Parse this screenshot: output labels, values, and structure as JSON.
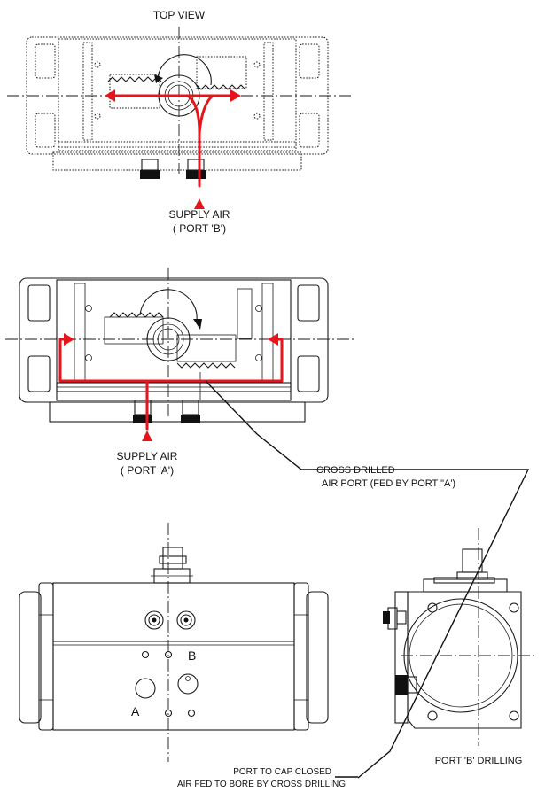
{
  "labels": {
    "top_view": "TOP VIEW",
    "supply_air_b_line1": "SUPPLY AIR",
    "supply_air_b_line2": "( PORT 'B')",
    "supply_air_a_line1": "SUPPLY AIR",
    "supply_air_a_line2": "( PORT 'A')",
    "cross_drilled_line1": "CROSS DRILLED",
    "cross_drilled_line2": "AIR PORT (FED BY PORT \"A')",
    "port_a": "A",
    "port_b": "B",
    "port_b_drilling": "PORT 'B' DRILLING",
    "cap_closed_line1": "PORT TO CAP CLOSED",
    "cap_closed_line2": "AIR FED TO BORE BY CROSS DRILLING"
  },
  "colors": {
    "air_flow": "#e8141b",
    "linework": "#1a1a1a",
    "background": "#ffffff"
  }
}
